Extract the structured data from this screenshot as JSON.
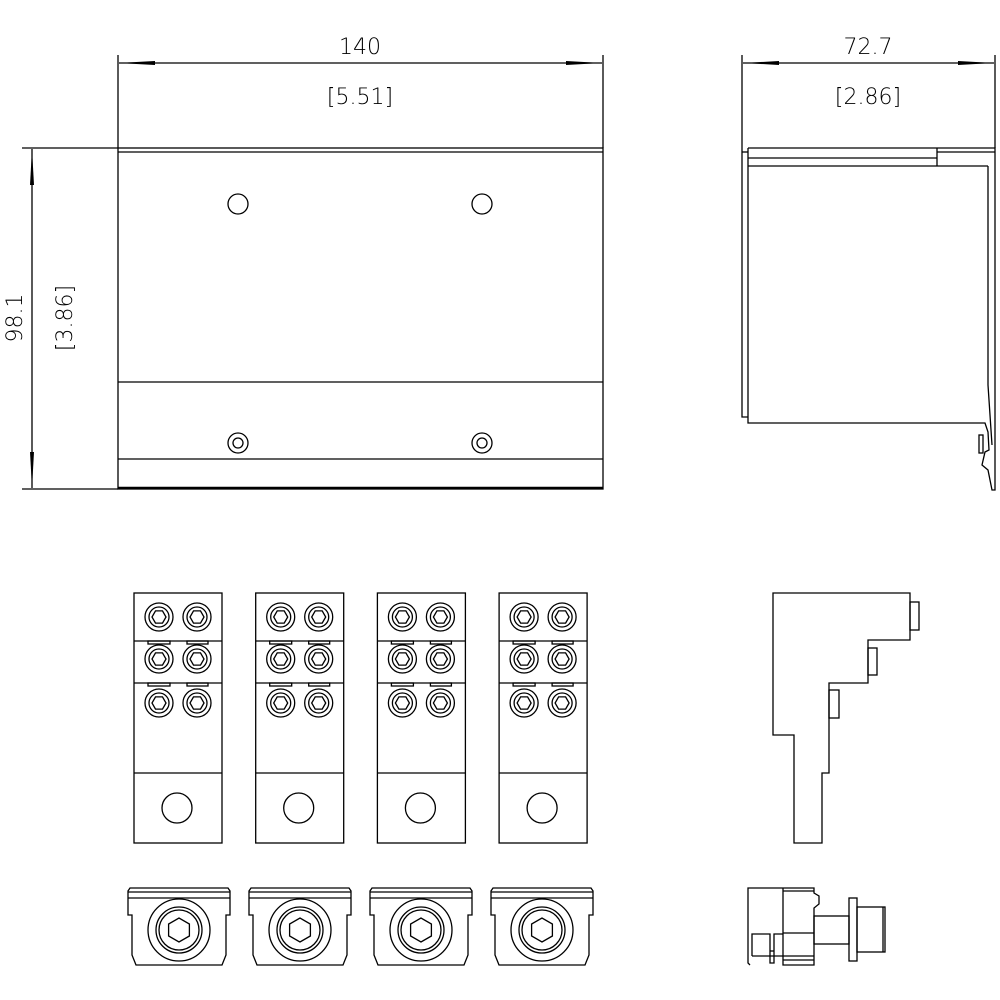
{
  "colors": {
    "line": "#000000",
    "background": "#ffffff"
  },
  "front_view": {
    "width_mm": "140",
    "width_in": "[5.51]",
    "height_mm": "98.1",
    "height_in": "[3.86]"
  },
  "side_view": {
    "depth_mm": "72.7",
    "depth_in": "[2.86]"
  },
  "terminal_blocks": {
    "count": 4,
    "screw_rows": 3,
    "screws_per_row": 2
  }
}
